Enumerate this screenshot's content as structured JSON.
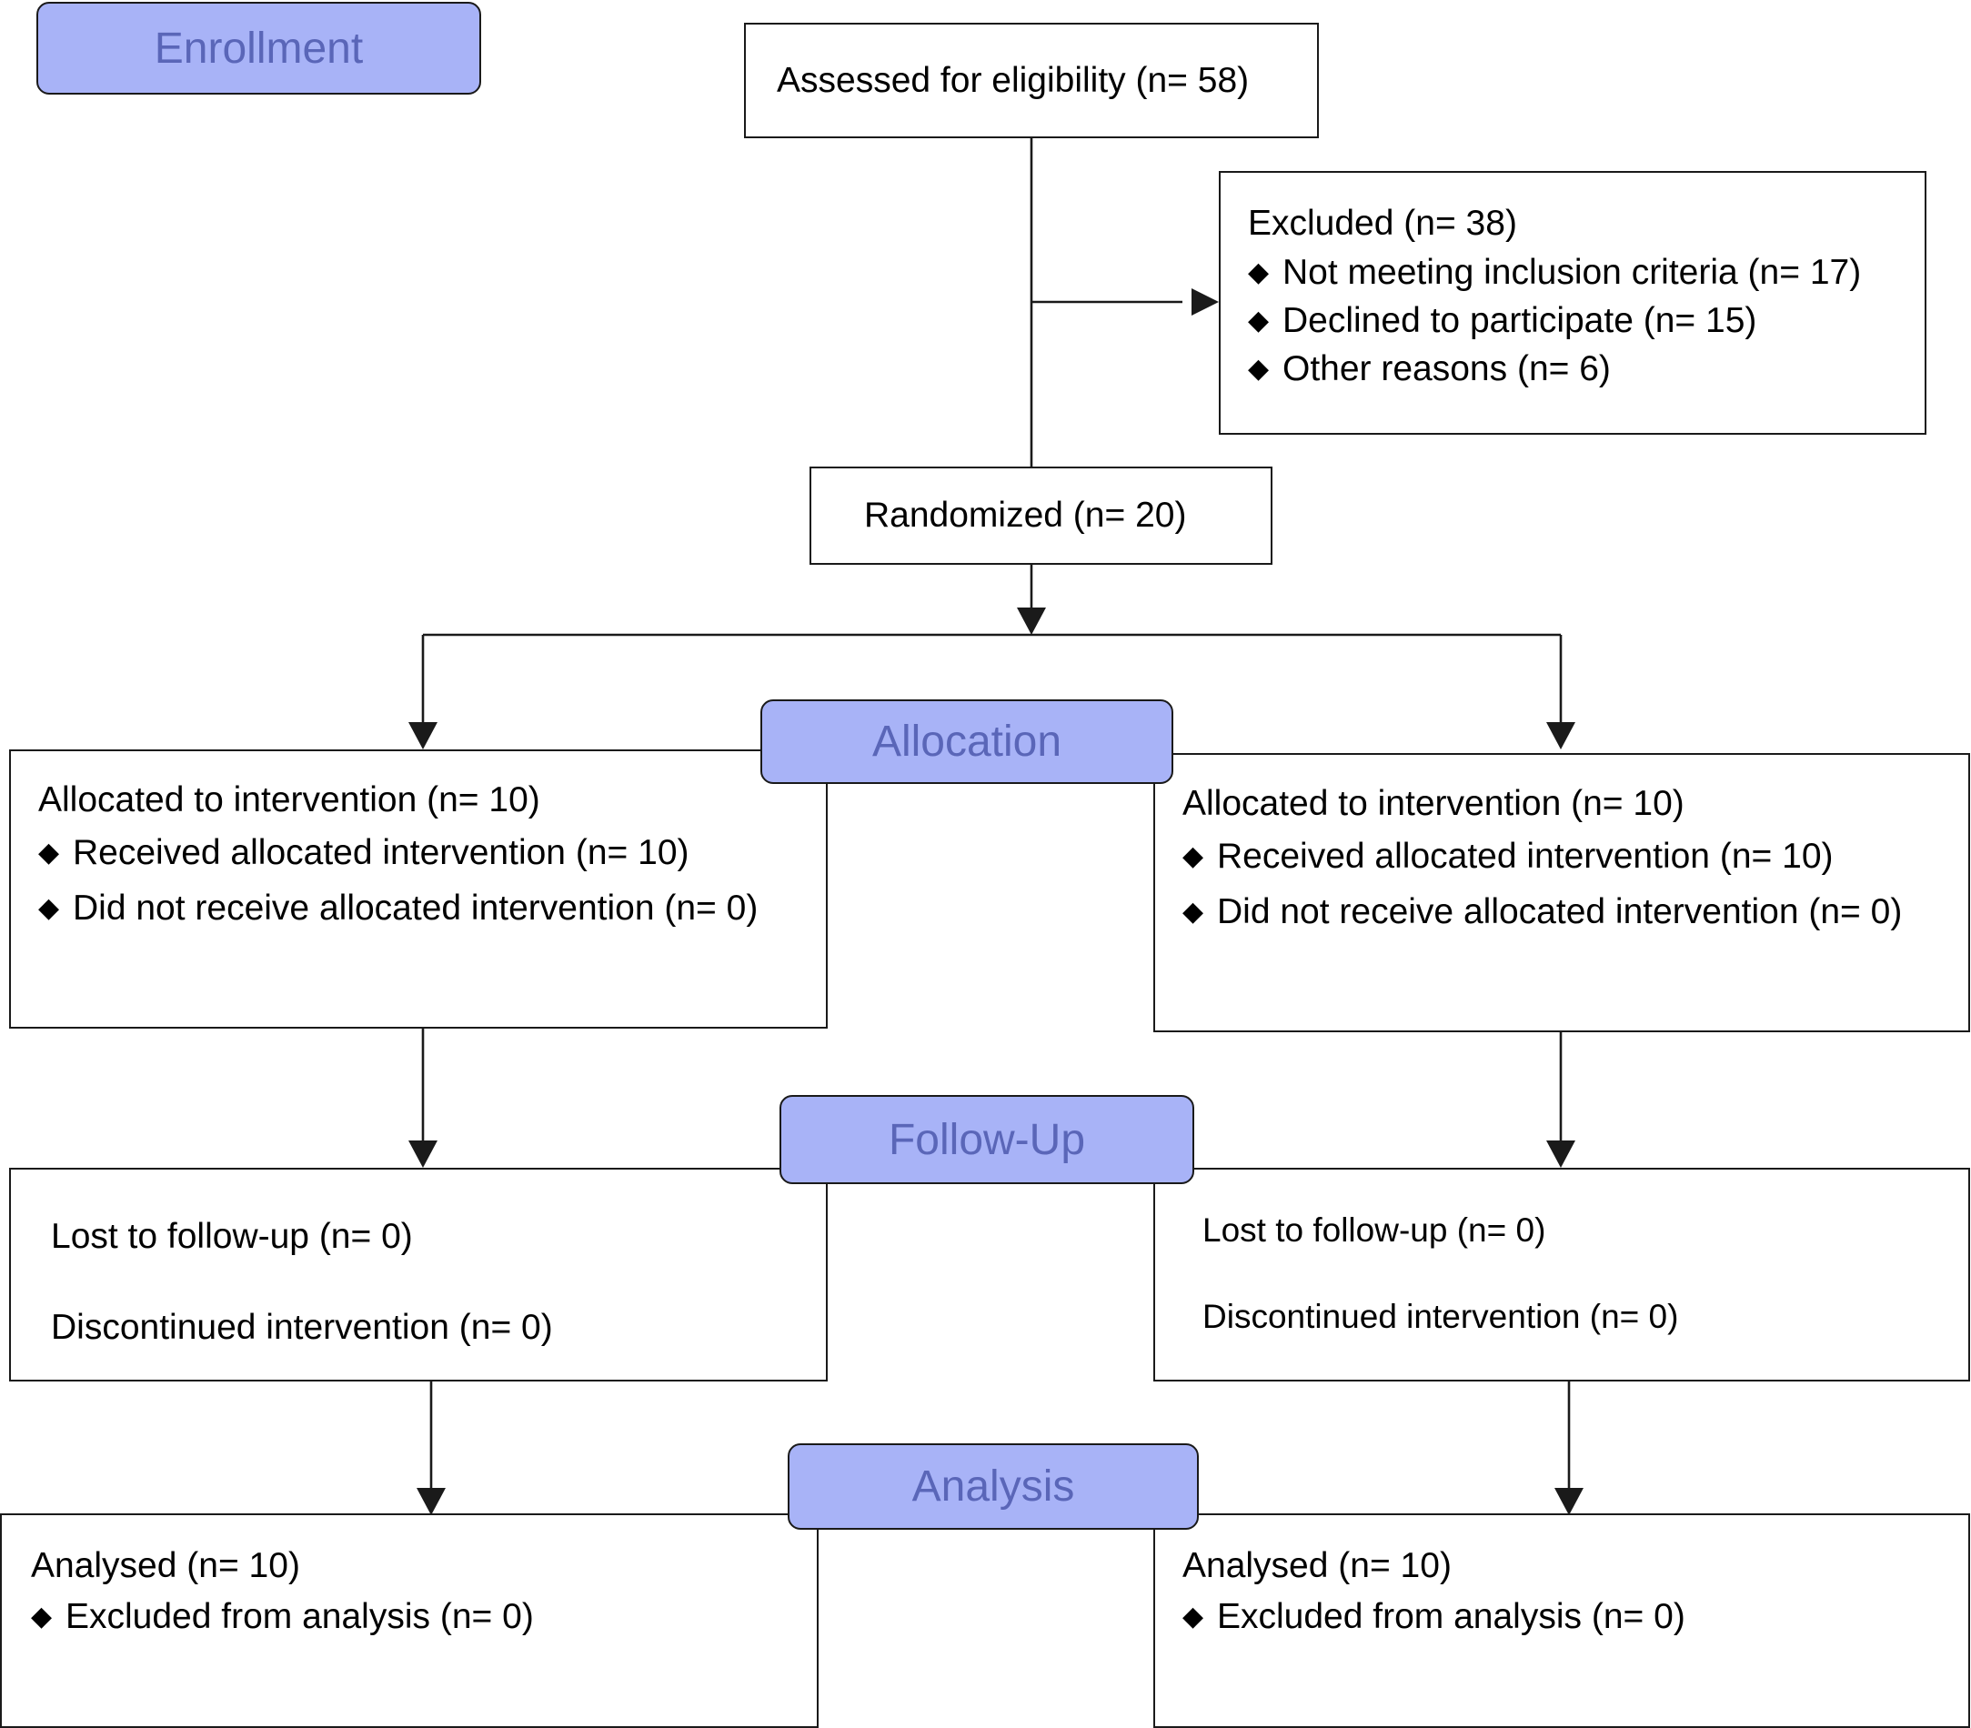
{
  "stages": {
    "enrollment": "Enrollment",
    "allocation": "Allocation",
    "followup": "Follow-Up",
    "analysis": "Analysis"
  },
  "assessed": "Assessed for eligibility (n= 58)",
  "excluded": {
    "title": "Excluded  (n=  38)",
    "items": [
      "Not meeting inclusion criteria (n= 17)",
      "Declined to participate (n= 15)",
      "Other reasons (n= 6)"
    ]
  },
  "randomized": "Randomized (n= 20)",
  "allocation_left": {
    "title": "Allocated to intervention (n= 10)",
    "items": [
      "Received allocated intervention (n= 10)",
      "Did not receive allocated intervention (n= 0)"
    ]
  },
  "allocation_right": {
    "title": "Allocated to intervention (n= 10)",
    "items": [
      "Received allocated intervention (n= 10)",
      "Did not receive allocated intervention (n= 0)"
    ]
  },
  "followup_left": {
    "lost": "Lost to follow-up (n= 0)",
    "discontinued": "Discontinued intervention (n= 0)"
  },
  "followup_right": {
    "lost": "Lost to follow-up (n= 0)",
    "discontinued": "Discontinued intervention (n= 0)"
  },
  "analysis_left": {
    "title": "Analysed  (n= 10)",
    "items": [
      "Excluded from analysis (n= 0)"
    ]
  },
  "analysis_right": {
    "title": "Analysed  (n= 10)",
    "items": [
      "Excluded from analysis (n= 0)"
    ]
  },
  "bullet_glyph": "◆",
  "colors": {
    "stage_fill": "#a8b3f7",
    "stage_text": "#5a66b8",
    "line": "#1a1a1a"
  }
}
